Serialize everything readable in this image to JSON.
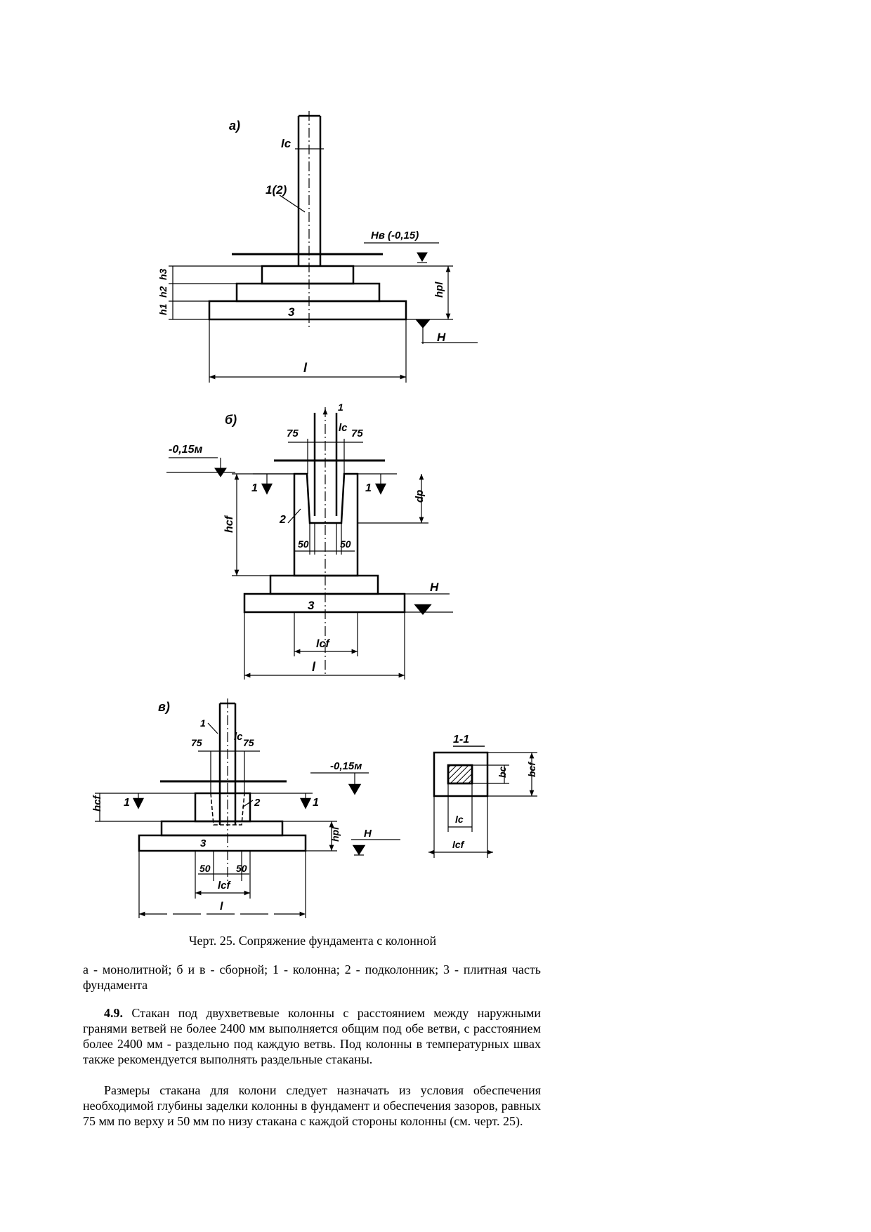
{
  "figure": {
    "caption": "Черт. 25. Сопряжение фундамента с колонной",
    "legend": "а - монолитной; б и в - сборной; 1 - колонна; 2 - подколонник; 3 - плитная часть фундамента",
    "labels": {
      "a_title": "а)",
      "a_lc": "lс",
      "a_col": "1(2)",
      "a_level": "Hв (-0,15)",
      "a_h3": "h3",
      "a_h2": "h2",
      "a_h1": "h1",
      "a_hpl": "hpl",
      "a_3": "3",
      "a_H": "H",
      "a_l": "l",
      "b_title": "б)",
      "b_1top": "1",
      "b_lc": "lc",
      "b_75l": "75",
      "b_75r": "75",
      "b_level": "-0,15м",
      "b_sec1l": "1",
      "b_sec1r": "1",
      "b_dp": "dp",
      "b_2": "2",
      "b_hcf": "hcf",
      "b_50l": "50",
      "b_50r": "50",
      "b_H": "H",
      "b_3": "3",
      "b_lcf": "lcf",
      "b_l": "l",
      "v_title": "в)",
      "v_1": "1",
      "v_lc": "lc",
      "v_75l": "75",
      "v_75r": "75",
      "v_level": "-0,15м",
      "v_hcf": "hcf",
      "v_sec1l": "1",
      "v_sec1r": "1",
      "v_2": "2",
      "v_hpl": "hpl",
      "v_H": "H",
      "v_3": "3",
      "v_50l": "50",
      "v_50r": "50",
      "v_lcf": "lcf",
      "v_l": "l",
      "s_title": "1-1",
      "s_bc": "bc",
      "s_bcf": "bcf",
      "s_lc": "lc",
      "s_lcf": "lcf"
    }
  },
  "section": {
    "number": "4.9.",
    "p1": "Стакан под двухветвевые колонны с расстоянием между наружными гранями ветвей не более 2400 мм выполняется общим под обе ветви, с расстоянием более 2400 мм - раздельно под каждую ветвь. Под колонны в температурных швах также рекомендуется выполнять раздельные стаканы.",
    "p2": "Размеры стакана для колони следует назначать из условия обеспечения необходимой глубины заделки колонны в фундамент и обеспечения зазоров, равных 75 мм по верху и 50 мм по низу стакана с каждой стороны колонны (см. черт. 25)."
  }
}
